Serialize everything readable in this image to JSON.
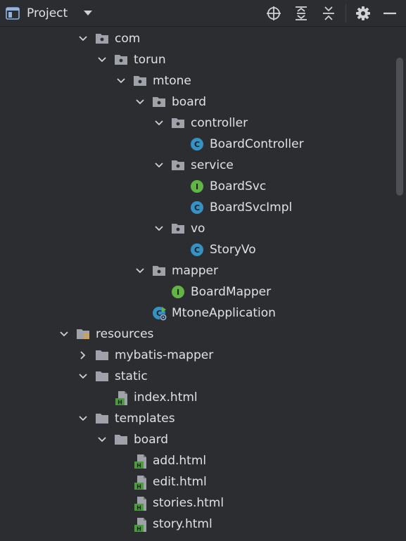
{
  "toolbar": {
    "title": "Project",
    "buttons": [
      "locate-icon",
      "expand-all-icon",
      "collapse-all-icon",
      "gear-icon",
      "minimize-icon"
    ]
  },
  "colors": {
    "background": "#2b2d30",
    "text": "#dfe1e5",
    "folder": "#9fa2a8",
    "class_icon": "#3592c4",
    "interface_icon": "#62b543",
    "html_icon": "#4c9b3f"
  },
  "tree": [
    {
      "label": "com",
      "depth": 1,
      "icon": "package-folder-icon",
      "expanded": true
    },
    {
      "label": "torun",
      "depth": 2,
      "icon": "package-folder-icon",
      "expanded": true
    },
    {
      "label": "mtone",
      "depth": 3,
      "icon": "package-folder-icon",
      "expanded": true
    },
    {
      "label": "board",
      "depth": 4,
      "icon": "package-folder-icon",
      "expanded": true
    },
    {
      "label": "controller",
      "depth": 5,
      "icon": "package-folder-icon",
      "expanded": true
    },
    {
      "label": "BoardController",
      "depth": 6,
      "icon": "class-icon"
    },
    {
      "label": "service",
      "depth": 5,
      "icon": "package-folder-icon",
      "expanded": true
    },
    {
      "label": "BoardSvc",
      "depth": 6,
      "icon": "interface-icon"
    },
    {
      "label": "BoardSvcImpl",
      "depth": 6,
      "icon": "class-icon"
    },
    {
      "label": "vo",
      "depth": 5,
      "icon": "package-folder-icon",
      "expanded": true
    },
    {
      "label": "StoryVo",
      "depth": 6,
      "icon": "class-icon"
    },
    {
      "label": "mapper",
      "depth": 4,
      "icon": "package-folder-icon",
      "expanded": true
    },
    {
      "label": "BoardMapper",
      "depth": 5,
      "icon": "interface-icon"
    },
    {
      "label": "MtoneApplication",
      "depth": 4,
      "icon": "spring-boot-app-icon"
    },
    {
      "label": "resources",
      "depth": 0,
      "icon": "resources-folder-icon",
      "expanded": true
    },
    {
      "label": "mybatis-mapper",
      "depth": 1,
      "icon": "folder-icon",
      "expanded": false
    },
    {
      "label": "static",
      "depth": 1,
      "icon": "folder-icon",
      "expanded": true
    },
    {
      "label": "index.html",
      "depth": 2,
      "icon": "html-file-icon"
    },
    {
      "label": "templates",
      "depth": 1,
      "icon": "folder-icon",
      "expanded": true
    },
    {
      "label": "board",
      "depth": 2,
      "icon": "folder-icon",
      "expanded": true
    },
    {
      "label": "add.html",
      "depth": 3,
      "icon": "html-file-icon"
    },
    {
      "label": "edit.html",
      "depth": 3,
      "icon": "html-file-icon"
    },
    {
      "label": "stories.html",
      "depth": 3,
      "icon": "html-file-icon"
    },
    {
      "label": "story.html",
      "depth": 3,
      "icon": "html-file-icon"
    }
  ]
}
